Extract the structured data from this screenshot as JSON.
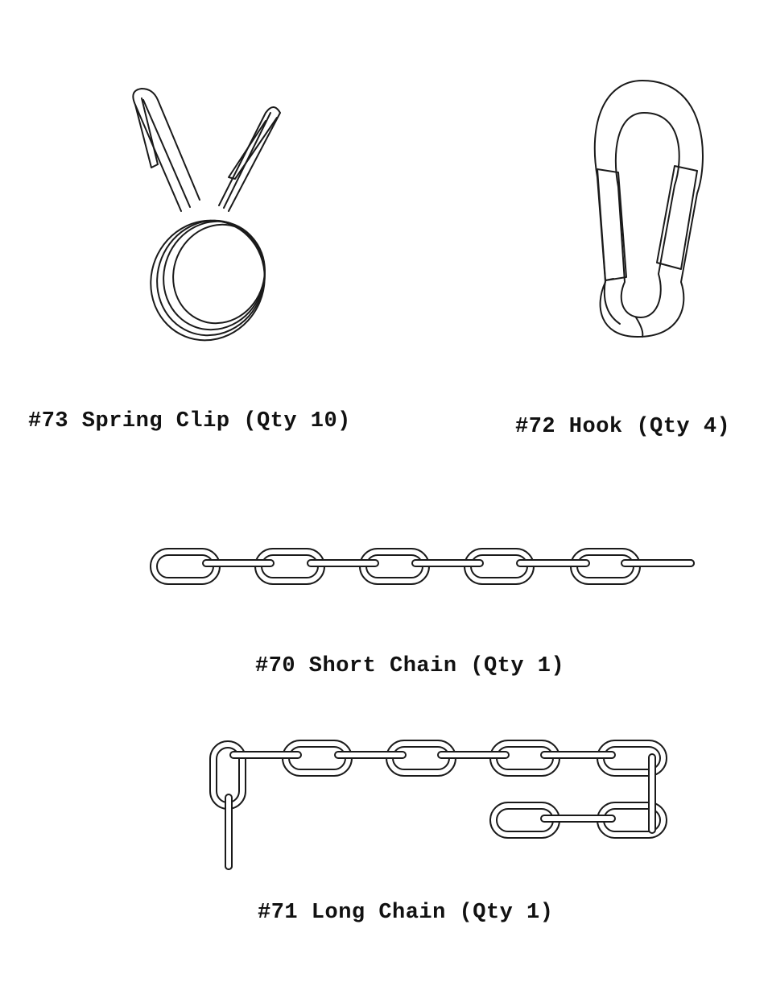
{
  "parts": {
    "spring_clip": {
      "label": "#73 Spring Clip (Qty 10)"
    },
    "hook": {
      "label": "#72 Hook (Qty 4)"
    },
    "short_chain": {
      "label": "#70 Short Chain (Qty 1)"
    },
    "long_chain": {
      "label": "#71 Long Chain (Qty 1)"
    }
  }
}
